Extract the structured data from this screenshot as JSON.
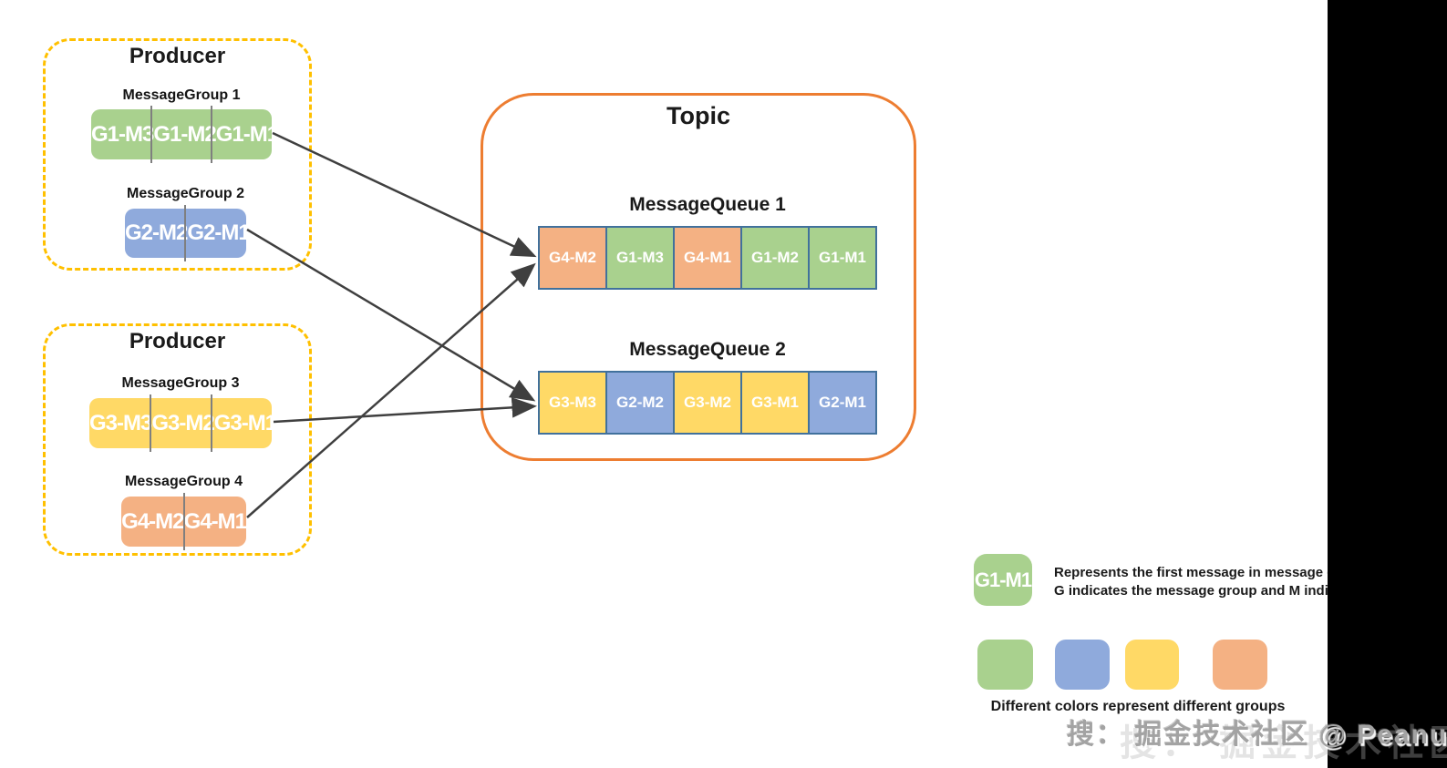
{
  "colors": {
    "group1_green": "#A9D18E",
    "group2_blue": "#8FAADC",
    "group3_yellow": "#FFD966",
    "group4_orange": "#F4B183",
    "producer_border": "#FFC000",
    "topic_border": "#ED7D31",
    "queue_cell_border": "#41719C",
    "arrow": "#3F3F3F"
  },
  "producers": [
    {
      "title": "Producer",
      "groups": [
        {
          "label": "MessageGroup 1",
          "color": "#A9D18E",
          "messages": [
            "G1-M3",
            "G1-M2",
            "G1-M1"
          ]
        },
        {
          "label": "MessageGroup 2",
          "color": "#8FAADC",
          "messages": [
            "G2-M2",
            "G2-M1"
          ]
        }
      ]
    },
    {
      "title": "Producer",
      "groups": [
        {
          "label": "MessageGroup 3",
          "color": "#FFD966",
          "messages": [
            "G3-M3",
            "G3-M2",
            "G3-M1"
          ]
        },
        {
          "label": "MessageGroup 4",
          "color": "#F4B183",
          "messages": [
            "G4-M2",
            "G4-M1"
          ]
        }
      ]
    }
  ],
  "topic": {
    "title": "Topic",
    "queues": [
      {
        "label": "MessageQueue 1",
        "cells": [
          {
            "text": "G4-M2",
            "group": "orange"
          },
          {
            "text": "G1-M3",
            "group": "green"
          },
          {
            "text": "G4-M1",
            "group": "orange"
          },
          {
            "text": "G1-M2",
            "group": "green"
          },
          {
            "text": "G1-M1",
            "group": "green"
          }
        ]
      },
      {
        "label": "MessageQueue 2",
        "cells": [
          {
            "text": "G3-M3",
            "group": "yellow"
          },
          {
            "text": "G2-M2",
            "group": "blue"
          },
          {
            "text": "G3-M2",
            "group": "yellow"
          },
          {
            "text": "G3-M1",
            "group": "yellow"
          },
          {
            "text": "G2-M1",
            "group": "blue"
          }
        ]
      }
    ]
  },
  "connections": [
    {
      "from": "G1-M1",
      "to": "MessageQueue 1"
    },
    {
      "from": "G2-M1",
      "to": "MessageQueue 2"
    },
    {
      "from": "G3-M1",
      "to": "MessageQueue 2"
    },
    {
      "from": "G4-M1",
      "to": "MessageQueue 1"
    }
  ],
  "legend": {
    "sample_label": "G1-M1",
    "line1": "Represents the first message in message gro",
    "line2": "G indicates the message group and M indica",
    "swatches": [
      "green",
      "blue",
      "yellow",
      "orange"
    ],
    "caption": "Different colors represent different groups"
  },
  "watermark": {
    "text": "搜： 掘金技术社区 @ Peanut"
  }
}
